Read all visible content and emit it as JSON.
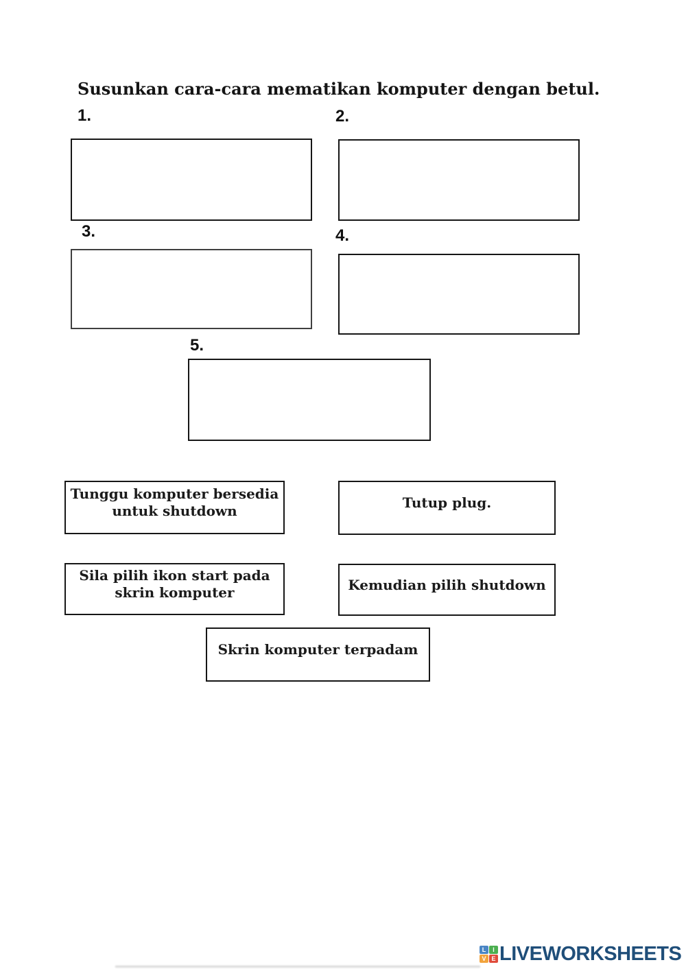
{
  "page": {
    "title": "Susunkan cara-cara mematikan komputer dengan betul."
  },
  "slots": [
    {
      "number": "1."
    },
    {
      "number": "2."
    },
    {
      "number": "3."
    },
    {
      "number": "4."
    },
    {
      "number": "5."
    }
  ],
  "answers": [
    {
      "label": "Tunggu komputer bersedia untuk shutdown"
    },
    {
      "label": "Tutup plug."
    },
    {
      "label": "Sila pilih ikon start pada skrin komputer"
    },
    {
      "label": "Kemudian pilih shutdown"
    },
    {
      "label": "Skrin komputer terpadam"
    }
  ],
  "footer": {
    "brand": "LIVEWORKSHEETS",
    "brand_color": "#1f4e79",
    "logo_tiles": [
      {
        "letter": "L",
        "color": "#4a86c5"
      },
      {
        "letter": "I",
        "color": "#4caf50"
      },
      {
        "letter": "V",
        "color": "#f2a33c"
      },
      {
        "letter": "E",
        "color": "#e04b3b"
      }
    ]
  }
}
